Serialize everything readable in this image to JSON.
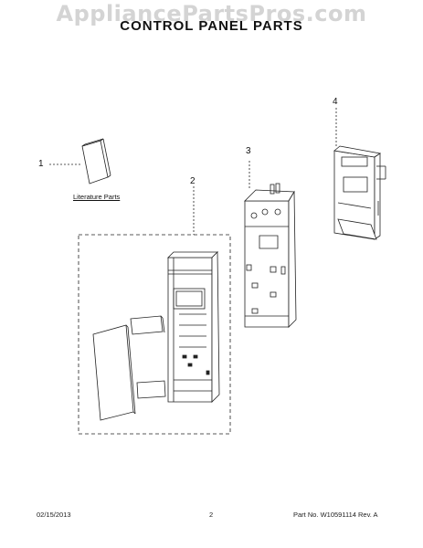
{
  "watermark": "AppliancePartsPros.com",
  "title": "CONTROL PANEL PARTS",
  "callouts": {
    "c1": "1",
    "c2": "2",
    "c3": "3",
    "c4": "4"
  },
  "literature_label": "Literature Parts",
  "footer": {
    "date": "02/15/2013",
    "page": "2",
    "part": "Part No. W10591114  Rev. A"
  },
  "colors": {
    "line": "#222222",
    "watermark": "#d4d4d4"
  }
}
